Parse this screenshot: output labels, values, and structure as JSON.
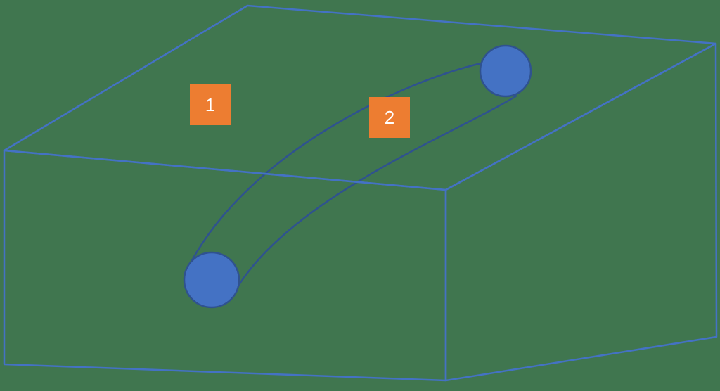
{
  "diagram": {
    "title": "block-with-curved-channel",
    "background_color": "#40764F",
    "colors": {
      "box_stroke": "#4472C4",
      "tube_stroke": "#2F528F",
      "circle_fill": "#4472C4",
      "circle_stroke": "#2F528F",
      "marker_fill": "#ED7D31",
      "label_text": "#FFFFFF"
    },
    "markers": [
      {
        "id": 1,
        "label": "1"
      },
      {
        "id": 2,
        "label": "2"
      }
    ]
  }
}
